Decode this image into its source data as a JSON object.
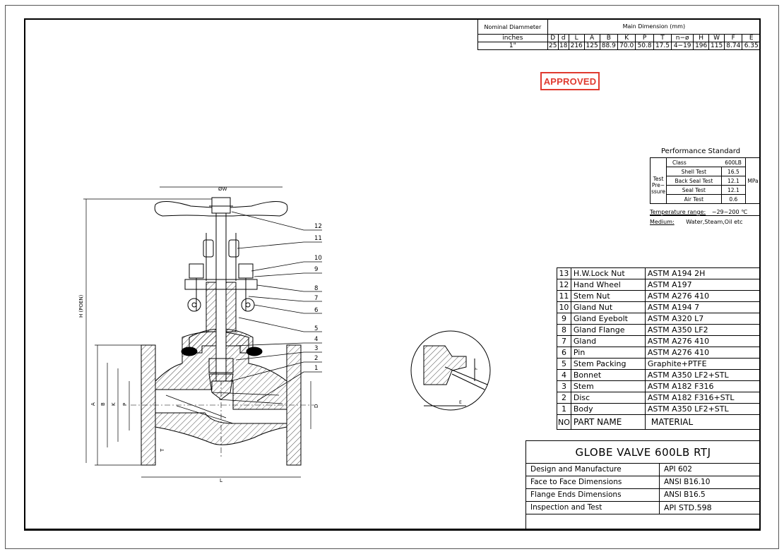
{
  "stamp": "APPROVED",
  "dimension_table": {
    "group_header_left": "Nominal Diammeter",
    "group_header_right": "Main Dimension (mm)",
    "headers": [
      "inches",
      "D",
      "d",
      "L",
      "A",
      "B",
      "K",
      "P",
      "T",
      "n−ø",
      "H",
      "W",
      "F",
      "E"
    ],
    "values": [
      "1\"",
      "25",
      "18",
      "216",
      "125",
      "88.9",
      "70.0",
      "50.8",
      "17.5",
      "4−19",
      "196",
      "115",
      "8.74",
      "6.35"
    ]
  },
  "performance": {
    "title": "Performance Standard",
    "class_label": "Class",
    "class_value": "600LB",
    "test_pressure_label": "Test Pre− ssure",
    "unit": "MPa",
    "tests": [
      {
        "name": "Shell Test",
        "value": "16.5"
      },
      {
        "name": "Back Seal Test",
        "value": "12.1"
      },
      {
        "name": "Seal Test",
        "value": "12.1"
      },
      {
        "name": "Air Test",
        "value": "0.6"
      }
    ],
    "temperature_label": "Temperature range:",
    "temperature_value": "−29~200 ℃",
    "medium_label": "Medium:",
    "medium_value": "Water,Steam,Oil etc"
  },
  "parts": [
    {
      "no": "13",
      "name": "H.W.Lock Nut",
      "material": "ASTM A194 2H"
    },
    {
      "no": "12",
      "name": "Hand Wheel",
      "material": "ASTM A197"
    },
    {
      "no": "11",
      "name": "Stem Nut",
      "material": "ASTM A276 410"
    },
    {
      "no": "10",
      "name": "Gland Nut",
      "material": "ASTM A194 7"
    },
    {
      "no": "9",
      "name": "Gland Eyebolt",
      "material": "ASTM A320 L7"
    },
    {
      "no": "8",
      "name": "Gland Flange",
      "material": "ASTM A350 LF2"
    },
    {
      "no": "7",
      "name": "Gland",
      "material": "ASTM A276 410"
    },
    {
      "no": "6",
      "name": "Pin",
      "material": "ASTM A276 410"
    },
    {
      "no": "5",
      "name": "Stem Packing",
      "material": "Graphite+PTFE"
    },
    {
      "no": "4",
      "name": "Bonnet",
      "material": "ASTM A350 LF2+STL"
    },
    {
      "no": "3",
      "name": "Stem",
      "material": "ASTM A182 F316"
    },
    {
      "no": "2",
      "name": "Disc",
      "material": "ASTM A182 F316+STL"
    },
    {
      "no": "1",
      "name": "Body",
      "material": "ASTM A350 LF2+STL"
    }
  ],
  "parts_header": {
    "no": "NO",
    "name": "PART NAME",
    "material": "MATERIAL"
  },
  "title_block": {
    "title": "GLOBE VALVE 600LB RTJ",
    "rows": [
      {
        "label": "Design and Manufacture",
        "value": "API 602"
      },
      {
        "label": "Face to Face Dimensions",
        "value": "ANSI B16.10"
      },
      {
        "label": "Flange Ends Dimensions",
        "value": "ANSI B16.5"
      },
      {
        "label": "Inspection and Test",
        "value": "API STD.598"
      }
    ]
  },
  "drawing": {
    "callouts": [
      "12",
      "11",
      "10",
      "9",
      "8",
      "7",
      "6",
      "5",
      "4",
      "3",
      "2",
      "1"
    ],
    "dim_labels": {
      "height": "H (POEN)",
      "wheel": "ØW",
      "A": "A",
      "B": "B",
      "K": "K",
      "P": "P",
      "D": "D",
      "L": "L",
      "T": "T",
      "detail_F": "F",
      "detail_E": "E"
    }
  }
}
